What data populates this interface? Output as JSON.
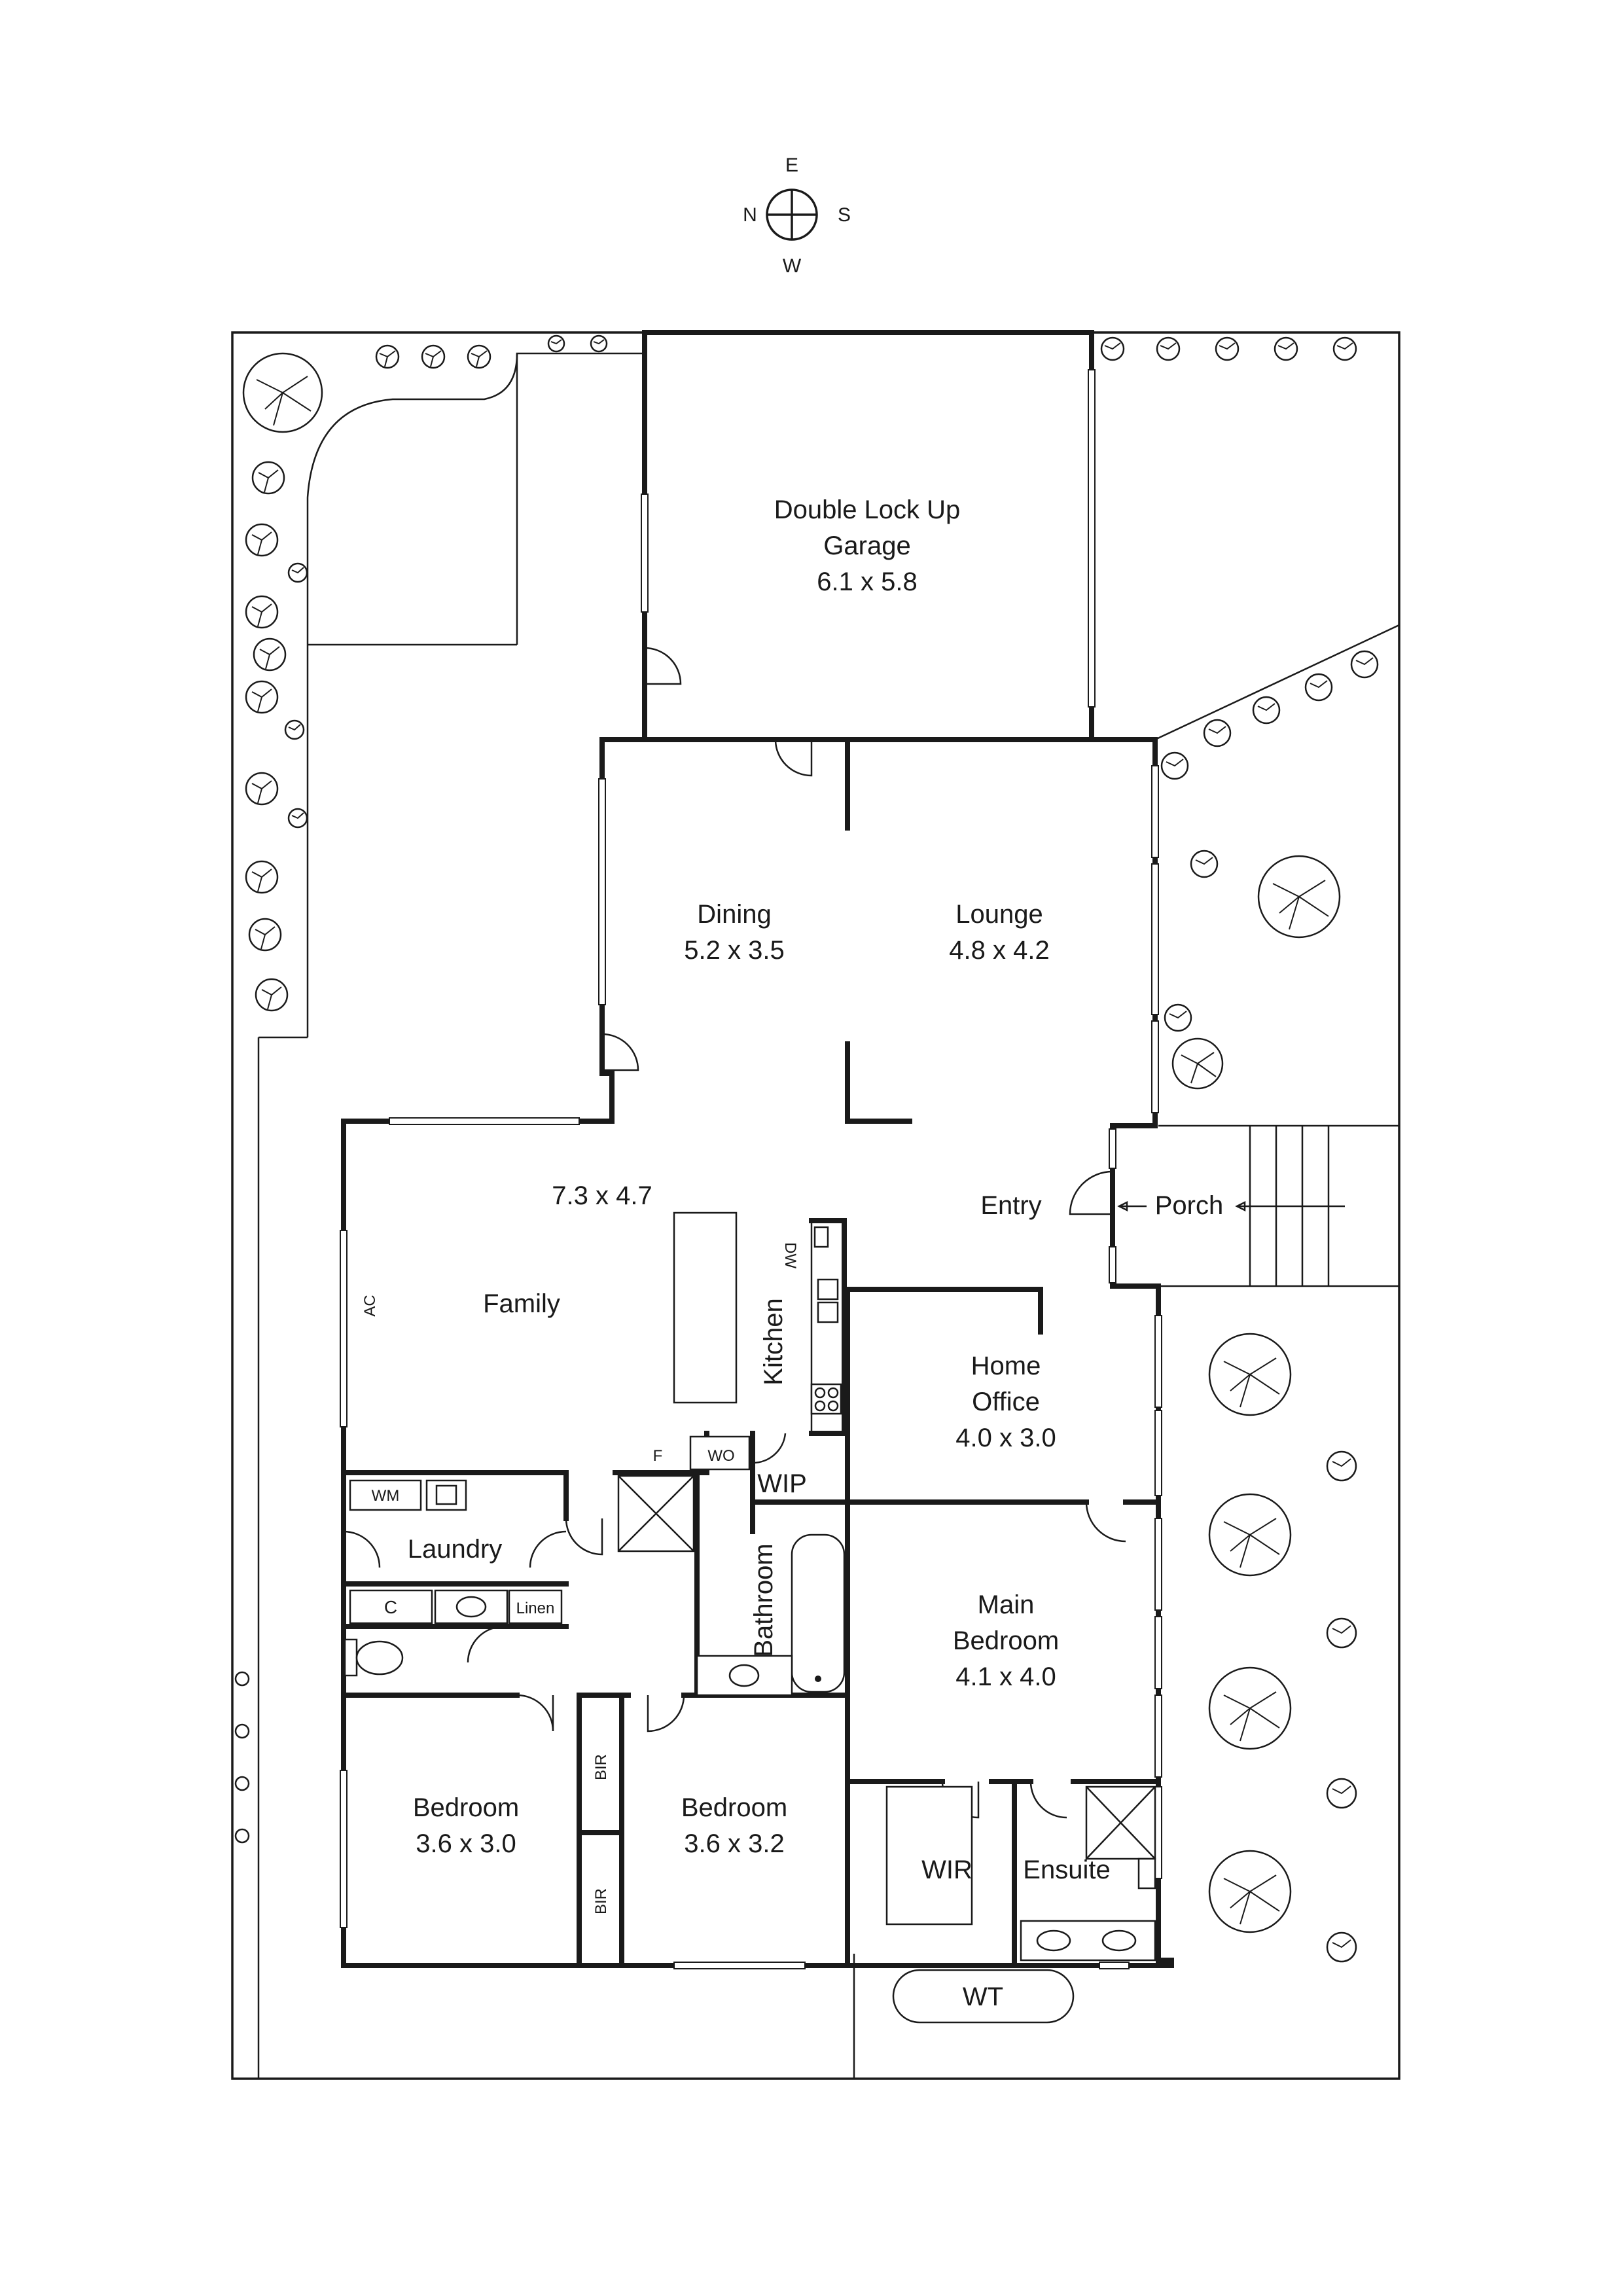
{
  "compass": {
    "north": "N",
    "east": "E",
    "south": "S",
    "west": "W"
  },
  "rooms": {
    "garage": {
      "line1": "Double Lock Up",
      "line2": "Garage",
      "size": "6.1 x 5.8"
    },
    "dining": {
      "name": "Dining",
      "size": "5.2 x 3.5"
    },
    "lounge": {
      "name": "Lounge",
      "size": "4.8 x 4.2"
    },
    "family": {
      "name": "Family",
      "size": "7.3 x 4.7"
    },
    "entry": {
      "name": "Entry"
    },
    "porch": {
      "name": "Porch"
    },
    "kitchen": {
      "name": "Kitchen"
    },
    "home_office": {
      "line1": "Home",
      "line2": "Office",
      "size": "4.0 x 3.0"
    },
    "laundry": {
      "name": "Laundry"
    },
    "bathroom": {
      "name": "Bathroom"
    },
    "wip": {
      "name": "WIP"
    },
    "main_bedroom": {
      "line1": "Main",
      "line2": "Bedroom",
      "size": "4.1 x 4.0"
    },
    "bedroom_1": {
      "name": "Bedroom",
      "size": "3.6 x 3.0"
    },
    "bedroom_2": {
      "name": "Bedroom",
      "size": "3.6 x 3.2"
    },
    "wir": {
      "name": "WIR"
    },
    "ensuite": {
      "name": "Ensuite"
    }
  },
  "fixtures": {
    "dw": "DW",
    "ac": "AC",
    "wm": "WM",
    "f": "F",
    "wo": "WO",
    "c": "C",
    "linen": "Linen",
    "bir_top": "BIR",
    "bir_bottom": "BIR",
    "wt": "WT"
  }
}
